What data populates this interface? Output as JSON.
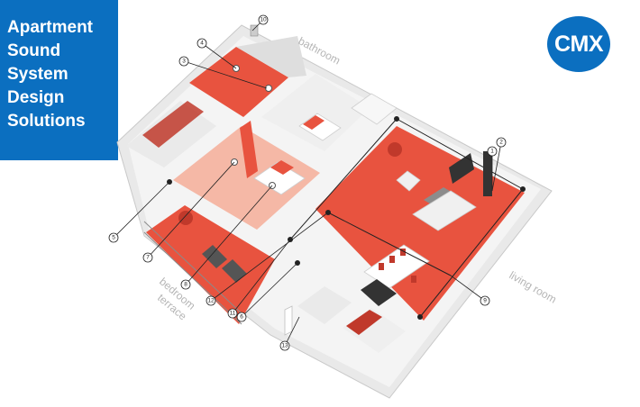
{
  "title_lines": [
    "Apartment",
    "Sound",
    "System",
    "Design",
    "Solutions"
  ],
  "logo": {
    "text": "CMX",
    "color": "#0b6fc0"
  },
  "rooms": {
    "bathroom": "bathroom",
    "living_room": "living room",
    "terrace_line1": "bedroom",
    "terrace_line2": "terrace"
  },
  "callouts": [
    "1",
    "2",
    "3",
    "4",
    "5",
    "6",
    "7",
    "8",
    "9",
    "10",
    "11",
    "12",
    "13"
  ],
  "colors": {
    "accent": "#e8533f",
    "floor_light": "#f5b8a6",
    "wall": "#e6e6e6",
    "blue": "#0b6fc0"
  }
}
